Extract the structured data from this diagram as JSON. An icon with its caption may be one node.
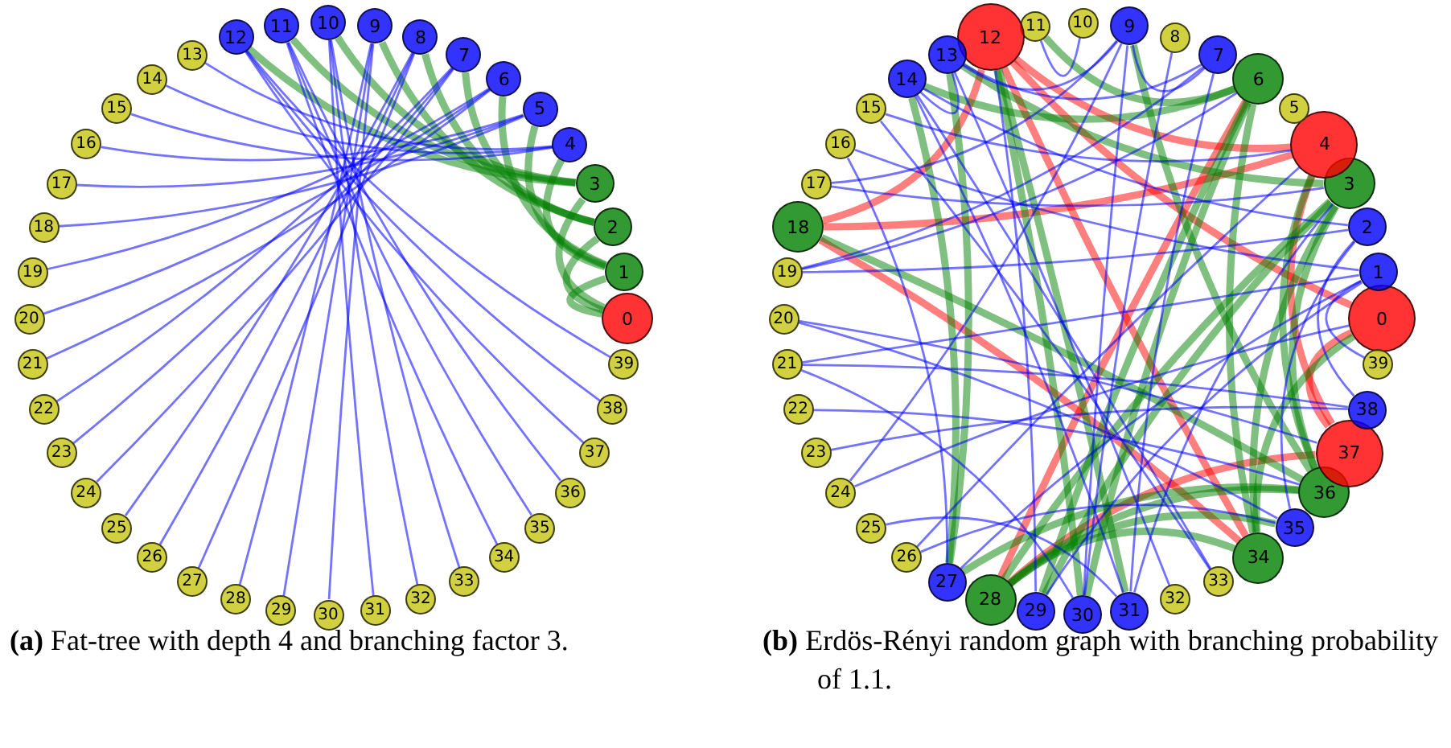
{
  "diagram": {
    "nodes": [
      {
        "text": [
          "0"
        ]
      },
      {
        "text": [
          "1"
        ]
      },
      {
        "text": [
          "2"
        ]
      },
      {
        "text": [
          "3"
        ]
      },
      {
        "text": [
          "4"
        ]
      },
      {
        "text": [
          "5"
        ]
      },
      {
        "text": [
          "6"
        ]
      },
      {
        "text": [
          "7"
        ]
      },
      {
        "text": [
          "8"
        ]
      },
      {
        "text": [
          "9"
        ]
      },
      {
        "text": [
          "10"
        ]
      },
      {
        "text": [
          "11"
        ]
      },
      {
        "text": [
          "12"
        ]
      },
      {
        "text": [
          "13"
        ]
      },
      {
        "text": [
          "14"
        ]
      },
      {
        "text": [
          "15"
        ]
      },
      {
        "text": [
          "16"
        ]
      },
      {
        "text": [
          "17"
        ]
      },
      {
        "text": [
          "18"
        ]
      },
      {
        "text": [
          "19"
        ]
      },
      {
        "text": [
          "20"
        ]
      },
      {
        "text": [
          "21"
        ]
      },
      {
        "text": [
          "22"
        ]
      },
      {
        "text": [
          "23"
        ]
      },
      {
        "text": [
          "24"
        ]
      },
      {
        "text": [
          "25"
        ]
      },
      {
        "text": [
          "26"
        ]
      },
      {
        "text": [
          "27"
        ]
      },
      {
        "text": [
          "28"
        ]
      },
      {
        "text": [
          "29"
        ]
      },
      {
        "text": [
          "30"
        ]
      },
      {
        "text": [
          "31"
        ]
      },
      {
        "text": [
          "32"
        ]
      },
      {
        "text": [
          "33"
        ]
      },
      {
        "text": [
          "34"
        ]
      },
      {
        "text": [
          "35"
        ]
      },
      {
        "text": [
          "36"
        ]
      },
      {
        "text": [
          "37"
        ]
      },
      {
        "text": [
          "38"
        ]
      },
      {
        "text": [
          "39"
        ]
      },
      {
        "text": [
          "0"
        ]
      },
      {
        "text": [
          "1"
        ]
      },
      {
        "text": [
          "2"
        ]
      },
      {
        "text": [
          "3"
        ]
      },
      {
        "text": [
          "4"
        ]
      },
      {
        "text": [
          "5"
        ]
      },
      {
        "text": [
          "6"
        ]
      },
      {
        "text": [
          "7"
        ]
      },
      {
        "text": [
          "8"
        ]
      },
      {
        "text": [
          "9"
        ]
      },
      {
        "text": [
          "10"
        ]
      },
      {
        "text": [
          "11"
        ]
      },
      {
        "text": [
          "12"
        ]
      },
      {
        "text": [
          "13"
        ]
      },
      {
        "text": [
          "14"
        ]
      },
      {
        "text": [
          "15"
        ]
      },
      {
        "text": [
          "16"
        ]
      },
      {
        "text": [
          "17"
        ]
      },
      {
        "text": [
          "18"
        ]
      },
      {
        "text": [
          "19"
        ]
      },
      {
        "text": [
          "20"
        ]
      },
      {
        "text": [
          "21"
        ]
      },
      {
        "text": [
          "22"
        ]
      },
      {
        "text": [
          "23"
        ]
      },
      {
        "text": [
          "24"
        ]
      },
      {
        "text": [
          "25"
        ]
      },
      {
        "text": [
          "26"
        ]
      },
      {
        "text": [
          "27"
        ]
      },
      {
        "text": [
          "28"
        ]
      },
      {
        "text": [
          "29"
        ]
      },
      {
        "text": [
          "30"
        ]
      },
      {
        "text": [
          "31"
        ]
      },
      {
        "text": [
          "32"
        ]
      },
      {
        "text": [
          "33"
        ]
      },
      {
        "text": [
          "34"
        ]
      },
      {
        "text": [
          "35"
        ]
      },
      {
        "text": [
          "36"
        ]
      },
      {
        "text": [
          "37"
        ]
      },
      {
        "text": [
          "38"
        ]
      },
      {
        "text": [
          "39"
        ]
      }
    ],
    "edges": [
      {
        "from": 0,
        "to": 1,
        "arrow": "none",
        "style": "thick",
        "color": "#008000"
      },
      {
        "from": 0,
        "to": 2,
        "arrow": "none",
        "style": "thick",
        "color": "#008000"
      },
      {
        "from": 0,
        "to": 3,
        "arrow": "none",
        "style": "thick",
        "color": "#008000"
      },
      {
        "from": 1,
        "to": 4,
        "arrow": "none",
        "style": "thick",
        "color": "#008000"
      },
      {
        "from": 1,
        "to": 5,
        "arrow": "none",
        "style": "thick",
        "color": "#008000"
      },
      {
        "from": 1,
        "to": 6,
        "arrow": "none",
        "style": "thick",
        "color": "#008000"
      },
      {
        "from": 2,
        "to": 7,
        "arrow": "none",
        "style": "thick",
        "color": "#008000"
      },
      {
        "from": 2,
        "to": 8,
        "arrow": "none",
        "style": "thick",
        "color": "#008000"
      },
      {
        "from": 2,
        "to": 9,
        "arrow": "none",
        "style": "thick",
        "color": "#008000"
      },
      {
        "from": 3,
        "to": 10,
        "arrow": "none",
        "style": "thick",
        "color": "#008000"
      },
      {
        "from": 3,
        "to": 11,
        "arrow": "none",
        "style": "thick",
        "color": "#008000"
      },
      {
        "from": 3,
        "to": 12,
        "arrow": "none",
        "style": "thick",
        "color": "#008000"
      },
      {
        "from": 4,
        "to": 13,
        "arrow": "none"
      },
      {
        "from": 4,
        "to": 14,
        "arrow": "none"
      },
      {
        "from": 4,
        "to": 15,
        "arrow": "none"
      },
      {
        "from": 5,
        "to": 16,
        "arrow": "none"
      },
      {
        "from": 5,
        "to": 17,
        "arrow": "none"
      },
      {
        "from": 5,
        "to": 18,
        "arrow": "none"
      },
      {
        "from": 6,
        "to": 19,
        "arrow": "none"
      },
      {
        "from": 6,
        "to": 20,
        "arrow": "none"
      },
      {
        "from": 6,
        "to": 21,
        "arrow": "none"
      },
      {
        "from": 7,
        "to": 22,
        "arrow": "none"
      },
      {
        "from": 7,
        "to": 23,
        "arrow": "none"
      },
      {
        "from": 7,
        "to": 24,
        "arrow": "none"
      },
      {
        "from": 8,
        "to": 25,
        "arrow": "none"
      },
      {
        "from": 8,
        "to": 26,
        "arrow": "none"
      },
      {
        "from": 8,
        "to": 27,
        "arrow": "none"
      },
      {
        "from": 9,
        "to": 28,
        "arrow": "none"
      },
      {
        "from": 9,
        "to": 29,
        "arrow": "none"
      },
      {
        "from": 9,
        "to": 30,
        "arrow": "none"
      },
      {
        "from": 10,
        "to": 31,
        "arrow": "none"
      },
      {
        "from": 10,
        "to": 32,
        "arrow": "none"
      },
      {
        "from": 10,
        "to": 33,
        "arrow": "none"
      },
      {
        "from": 11,
        "to": 34,
        "arrow": "none"
      },
      {
        "from": 11,
        "to": 35,
        "arrow": "none"
      },
      {
        "from": 11,
        "to": 36,
        "arrow": "none"
      },
      {
        "from": 12,
        "to": 37,
        "arrow": "none"
      },
      {
        "from": 12,
        "to": 38,
        "arrow": "none"
      },
      {
        "from": 12,
        "to": 39,
        "arrow": "none"
      },
      {
        "from": 52,
        "to": 44,
        "arrow": "none",
        "style": "thick",
        "color": "#ff0000"
      },
      {
        "from": 52,
        "to": 40,
        "arrow": "none",
        "style": "thick",
        "color": "#ff0000"
      },
      {
        "from": 52,
        "to": 74,
        "arrow": "none",
        "style": "thick",
        "color": "#ff0000"
      },
      {
        "from": 58,
        "to": 52,
        "arrow": "none",
        "style": "thick",
        "color": "#ff0000"
      },
      {
        "from": 58,
        "to": 44,
        "arrow": "none",
        "style": "thick",
        "color": "#ff0000"
      },
      {
        "from": 58,
        "to": 74,
        "arrow": "none",
        "style": "thick",
        "color": "#ff0000"
      },
      {
        "from": 46,
        "to": 68,
        "arrow": "none",
        "style": "thick",
        "color": "#ff0000"
      },
      {
        "from": 44,
        "to": 77,
        "arrow": "none",
        "style": "thick",
        "color": "#ff0000"
      },
      {
        "from": 40,
        "to": 77,
        "arrow": "none",
        "style": "thick",
        "color": "#ff0000"
      },
      {
        "from": 68,
        "to": 77,
        "arrow": "none",
        "style": "thick",
        "color": "#ff0000"
      },
      {
        "from": 54,
        "to": 46,
        "arrow": "none",
        "style": "thick",
        "color": "#008000"
      },
      {
        "from": 53,
        "to": 67,
        "arrow": "none",
        "style": "thick",
        "color": "#008000"
      },
      {
        "from": 54,
        "to": 67,
        "arrow": "none",
        "style": "thick",
        "color": "#008000"
      },
      {
        "from": 52,
        "to": 71,
        "arrow": "none",
        "style": "thick",
        "color": "#008000"
      },
      {
        "from": 52,
        "to": 70,
        "arrow": "none",
        "style": "thick",
        "color": "#008000"
      },
      {
        "from": 43,
        "to": 68,
        "arrow": "none",
        "style": "thick",
        "color": "#008000"
      },
      {
        "from": 43,
        "to": 69,
        "arrow": "none",
        "style": "thick",
        "color": "#008000"
      },
      {
        "from": 46,
        "to": 69,
        "arrow": "none",
        "style": "thick",
        "color": "#008000"
      },
      {
        "from": 76,
        "to": 68,
        "arrow": "none",
        "style": "thick",
        "color": "#008000"
      },
      {
        "from": 74,
        "to": 68,
        "arrow": "none",
        "style": "thick",
        "color": "#008000"
      },
      {
        "from": 49,
        "to": 76,
        "arrow": "none",
        "style": "thick",
        "color": "#008000"
      },
      {
        "from": 44,
        "to": 76,
        "arrow": "none",
        "style": "thick",
        "color": "#008000"
      },
      {
        "from": 43,
        "to": 76,
        "arrow": "none",
        "style": "thick",
        "color": "#008000"
      },
      {
        "from": 58,
        "to": 76,
        "arrow": "none",
        "style": "thick",
        "color": "#008000"
      },
      {
        "from": 51,
        "to": 46,
        "arrow": "none",
        "style": "thick",
        "color": "#008000"
      },
      {
        "from": 53,
        "to": 43,
        "arrow": "none",
        "style": "thick",
        "color": "#008000"
      },
      {
        "from": 74,
        "to": 43,
        "arrow": "none",
        "style": "thick",
        "color": "#008000"
      },
      {
        "from": 76,
        "to": 67,
        "arrow": "none",
        "style": "thick",
        "color": "#008000"
      },
      {
        "from": 68,
        "to": 75,
        "arrow": "none",
        "style": "thick",
        "color": "#008000"
      },
      {
        "from": 46,
        "to": 70,
        "arrow": "none",
        "style": "thick",
        "color": "#008000"
      },
      {
        "from": 46,
        "to": 74,
        "arrow": "none",
        "style": "thick",
        "color": "#008000"
      },
      {
        "from": 40,
        "to": 74,
        "arrow": "none",
        "style": "thick",
        "color": "#008000"
      },
      {
        "from": 53,
        "to": 49,
        "arrow": "none"
      },
      {
        "from": 53,
        "to": 47,
        "arrow": "none"
      },
      {
        "from": 54,
        "to": 71,
        "arrow": "none"
      },
      {
        "from": 54,
        "to": 42,
        "arrow": "none"
      },
      {
        "from": 55,
        "to": 44,
        "arrow": "none"
      },
      {
        "from": 55,
        "to": 73,
        "arrow": "none"
      },
      {
        "from": 56,
        "to": 41,
        "arrow": "none"
      },
      {
        "from": 57,
        "to": 49,
        "arrow": "none"
      },
      {
        "from": 57,
        "to": 43,
        "arrow": "none"
      },
      {
        "from": 59,
        "to": 42,
        "arrow": "none"
      },
      {
        "from": 59,
        "to": 47,
        "arrow": "none"
      },
      {
        "from": 59,
        "to": 46,
        "arrow": "none"
      },
      {
        "from": 60,
        "to": 77,
        "arrow": "none"
      },
      {
        "from": 60,
        "to": 75,
        "arrow": "none"
      },
      {
        "from": 61,
        "to": 78,
        "arrow": "none"
      },
      {
        "from": 61,
        "to": 41,
        "arrow": "none"
      },
      {
        "from": 62,
        "to": 76,
        "arrow": "none"
      },
      {
        "from": 63,
        "to": 78,
        "arrow": "none"
      },
      {
        "from": 64,
        "to": 40,
        "arrow": "none"
      },
      {
        "from": 64,
        "to": 49,
        "arrow": "none"
      },
      {
        "from": 65,
        "to": 71,
        "arrow": "none"
      },
      {
        "from": 66,
        "to": 75,
        "arrow": "none"
      },
      {
        "from": 66,
        "to": 44,
        "arrow": "none"
      },
      {
        "from": 67,
        "to": 56,
        "arrow": "none"
      },
      {
        "from": 69,
        "to": 41,
        "arrow": "none"
      },
      {
        "from": 70,
        "to": 49,
        "arrow": "none"
      },
      {
        "from": 71,
        "to": 47,
        "arrow": "none"
      },
      {
        "from": 72,
        "to": 53,
        "arrow": "none"
      },
      {
        "from": 73,
        "to": 54,
        "arrow": "none"
      },
      {
        "from": 75,
        "to": 42,
        "arrow": "none"
      },
      {
        "from": 78,
        "to": 42,
        "arrow": "none"
      },
      {
        "from": 41,
        "to": 79,
        "arrow": "none"
      },
      {
        "from": 48,
        "to": 70,
        "arrow": "none"
      },
      {
        "from": 50,
        "to": 51,
        "arrow": "none"
      },
      {
        "from": 49,
        "to": 47,
        "arrow": "none"
      },
      {
        "from": 54,
        "to": 53,
        "arrow": "none"
      },
      {
        "from": 71,
        "to": 43,
        "arrow": "none"
      },
      {
        "from": 69,
        "to": 52,
        "arrow": "none"
      },
      {
        "from": 67,
        "to": 41,
        "arrow": "none"
      },
      {
        "from": 70,
        "to": 61,
        "arrow": "none"
      }
    ],
    "labels": [
      "**(a)** Fat-tree with depth 4 and branching factor 3.",
      "**(b)** Erdös-Rényi random graph with branching probability of 1.1."
    ]
  }
}
